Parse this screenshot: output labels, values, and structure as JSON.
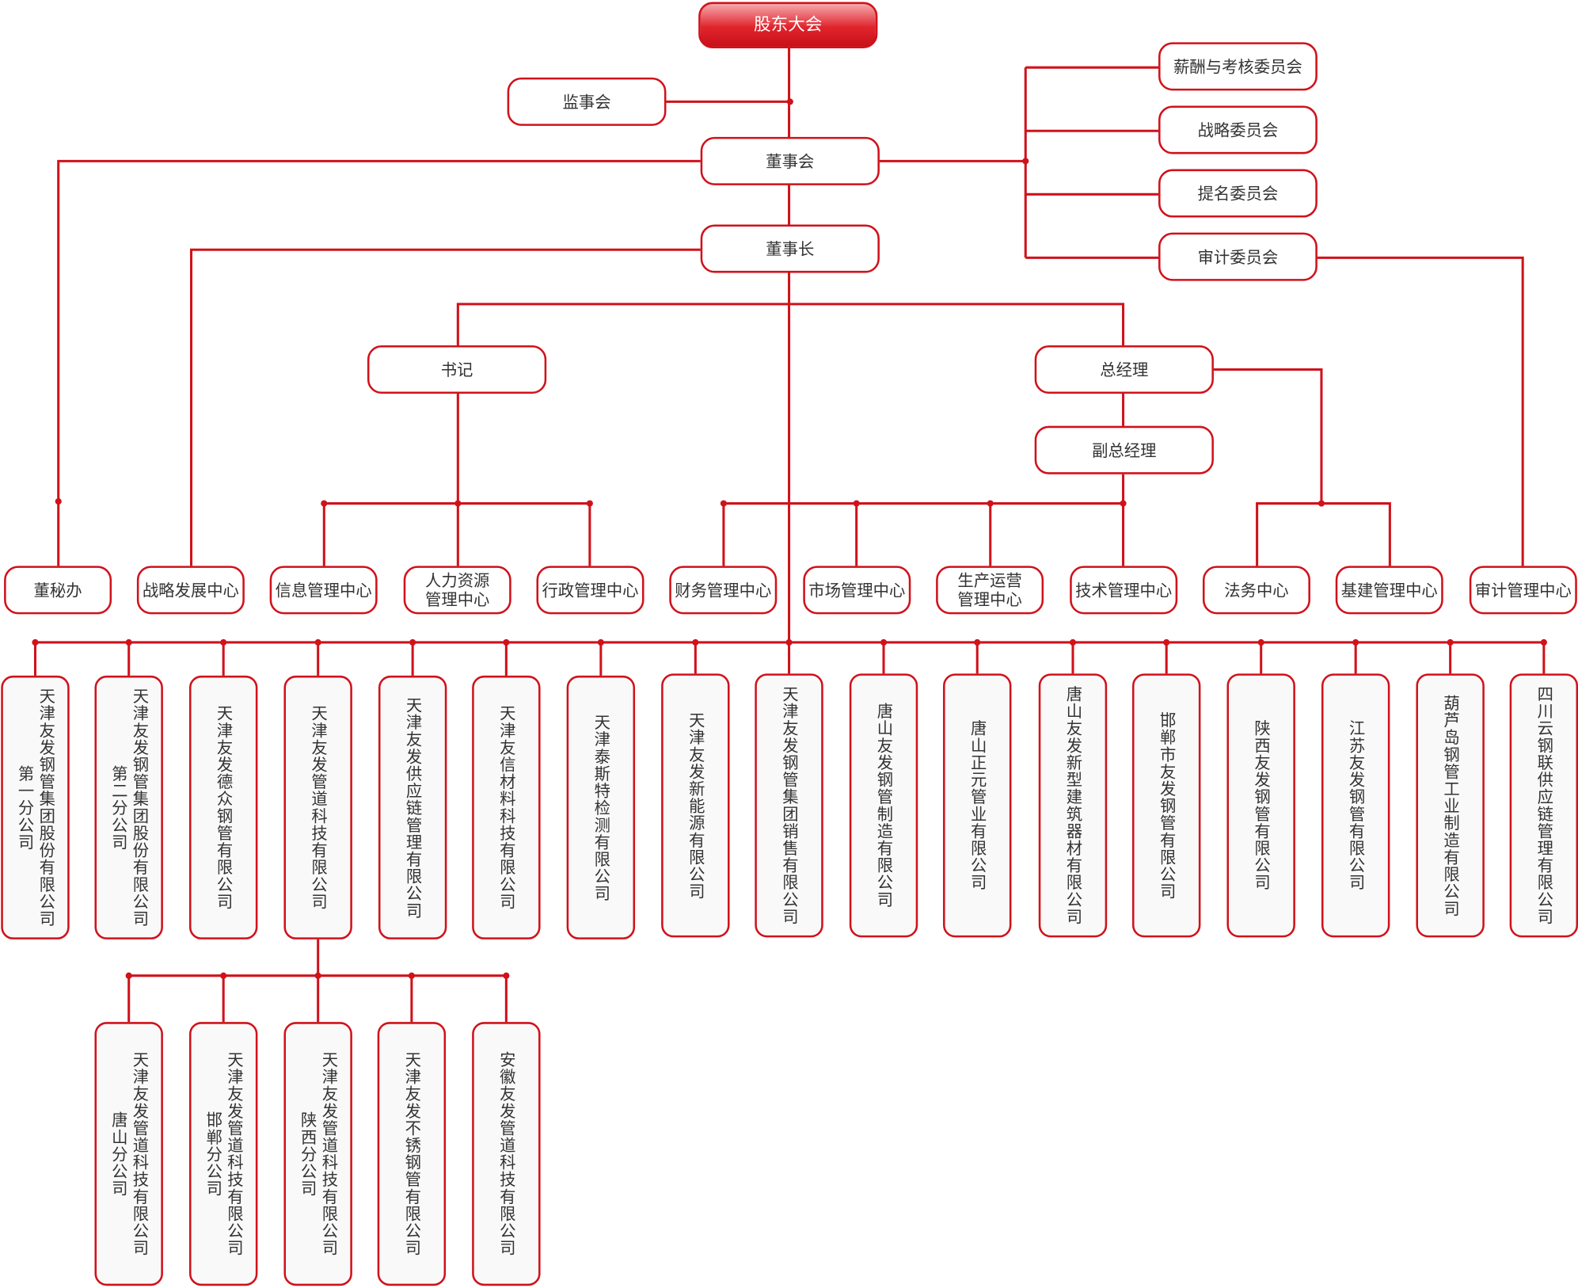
{
  "colors": {
    "line": "#d0121b",
    "accent": "#e0242c"
  },
  "top": {
    "shareholders": "股东大会",
    "supervisors": "监事会",
    "board": "董事会",
    "chairman": "董事长",
    "secretary": "书记",
    "gm": "总经理",
    "deputy_gm": "副总经理"
  },
  "committees": [
    "薪酬与考核委员会",
    "战略委员会",
    "提名委员会",
    "审计委员会"
  ],
  "departments": [
    "董秘办",
    "战略发展中心",
    "信息管理中心",
    "人力资源\n管理中心",
    "行政管理中心",
    "财务管理中心",
    "市场管理中心",
    "生产运营\n管理中心",
    "技术管理中心",
    "法务中心",
    "基建管理中心",
    "审计管理中心"
  ],
  "companies": [
    "天津友发钢管集团股份有限公司\n第一分公司",
    "天津友发钢管集团股份有限公司\n第二分公司",
    "天津友发德众钢管有限公司",
    "天津友发管道科技有限公司",
    "天津友发供应链管理有限公司",
    "天津友信材料科技有限公司",
    "天津泰斯特检测有限公司",
    "天津友发新能源有限公司",
    "天津友发钢管集团销售有限公司",
    "唐山友发钢管制造有限公司",
    "唐山正元管业有限公司",
    "唐山友发新型建筑器材有限公司",
    "邯郸市友发钢管有限公司",
    "陕西友发钢管有限公司",
    "江苏友发钢管有限公司",
    "葫芦岛钢管工业制造有限公司",
    "四川云钢联供应链管理有限公司"
  ],
  "subsidiaries": [
    "天津友发管道科技有限公司\n唐山分公司",
    "天津友发管道科技有限公司\n邯郸分公司",
    "天津友发管道科技有限公司\n陕西分公司",
    "天津友发不锈钢管有限公司",
    "安徽友发管道科技有限公司"
  ]
}
